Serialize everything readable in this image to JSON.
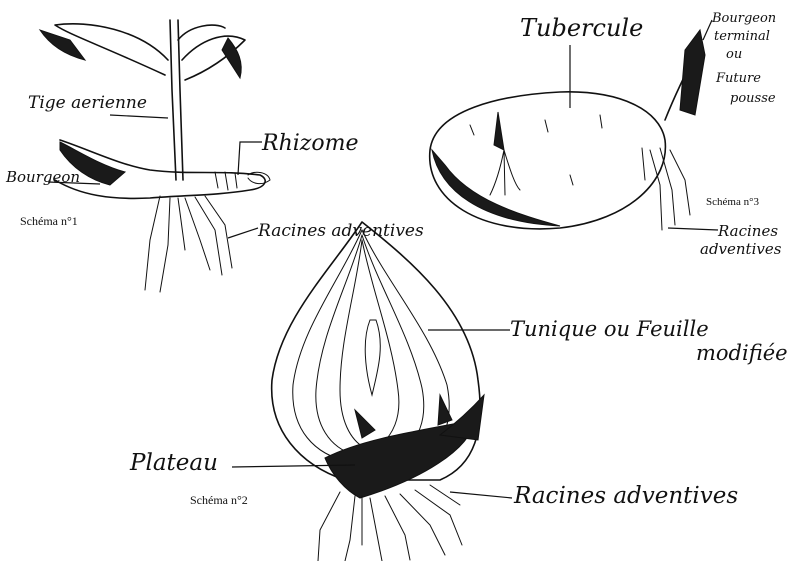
{
  "schema1": {
    "caption": "Schéma n°1",
    "labels": {
      "tige": "Tige aerienne",
      "rhizome": "Rhizome",
      "bourgeon": "Bourgeon",
      "racines": "Racines adventives"
    }
  },
  "schema2": {
    "caption": "Schéma n°2",
    "labels": {
      "tunique_line1": "Tunique ou Feuille",
      "tunique_line2": "modifiée",
      "plateau": "Plateau",
      "racines": "Racines adventives"
    }
  },
  "schema3": {
    "caption": "Schéma n°3",
    "labels": {
      "tubercule": "Tubercule",
      "bourgeon_line1": "Bourgeon",
      "bourgeon_line2": "terminal",
      "bourgeon_line3": "ou",
      "bourgeon_line4": "Future",
      "bourgeon_line5": "pousse",
      "racines_line1": "Racines",
      "racines_line2": "adventives"
    }
  },
  "colors": {
    "ink": "#111111",
    "paper": "#ffffff"
  }
}
